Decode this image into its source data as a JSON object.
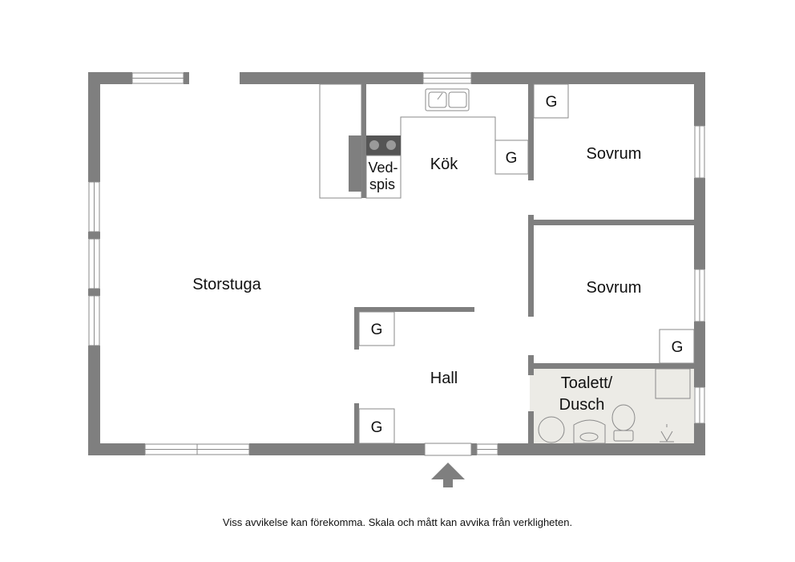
{
  "rooms": {
    "storstuga": "Storstuga",
    "kok": "Kök",
    "sovrum_1": "Sovrum",
    "sovrum_2": "Sovrum",
    "hall": "Hall",
    "toalett_line1": "Toalett/",
    "toalett_line2": "Dusch",
    "vedspis_line1": "Ved-",
    "vedspis_line2": "spis"
  },
  "wardrobe_label": "G",
  "disclaimer": "Viss avvikelse kan förekomma. Skala och mått kan avvika från verkligheten.",
  "colors": {
    "wall": "#7f7f7f",
    "bathroom_floor": "#ecebe6",
    "stove": "#555555"
  }
}
